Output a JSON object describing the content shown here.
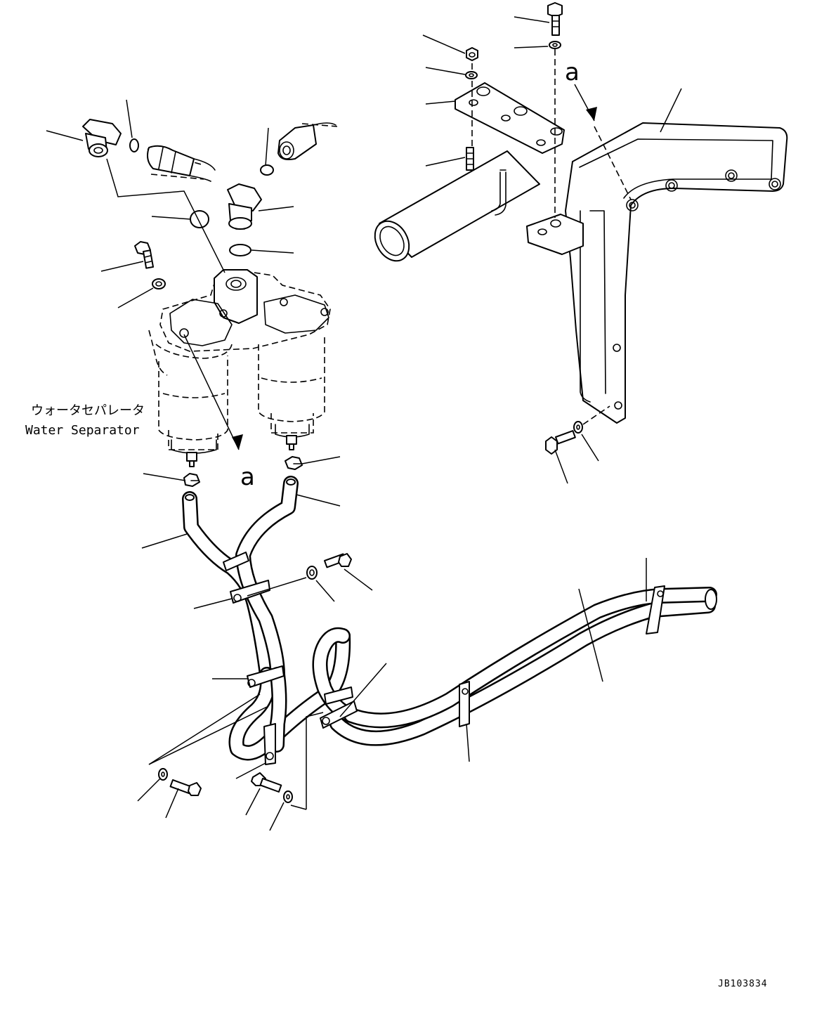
{
  "labels": {
    "separator_jp": "ウォータセパレータ",
    "separator_en": "Water Separator",
    "ref_a": "a",
    "drawing_code": "JB103834"
  }
}
